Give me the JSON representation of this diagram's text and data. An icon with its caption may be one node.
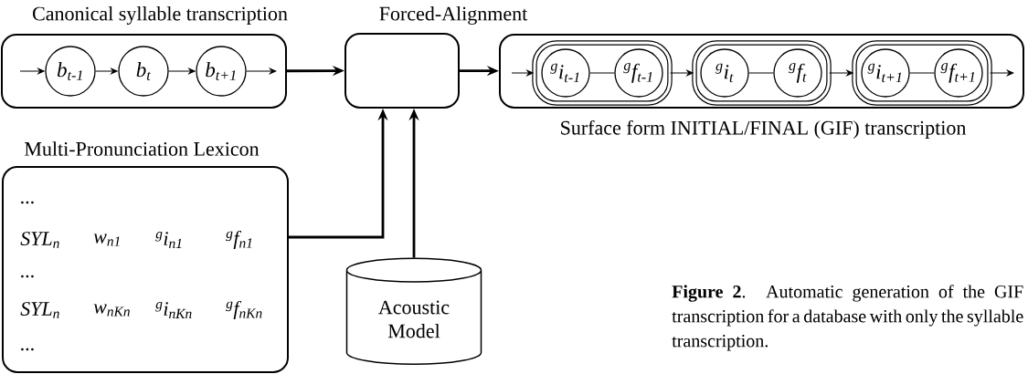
{
  "diagram": {
    "caption": "**Figure 2**. Automatic generation of the GIF transcription for a database with only the syllable transcription.",
    "nodes": [
      {
        "text": [
          "Canonical syllable transcription"
        ]
      },
      {
        "text": [
          "b$_{t-1}$"
        ],
        "in": 0
      },
      {
        "text": [
          "b$_{t}$"
        ],
        "in": 0
      },
      {
        "text": [
          "b$_{t+1}$"
        ],
        "in": 0
      },
      {
        "text": [
          "Forced-Alignment"
        ]
      },
      {
        "text": [
          "Surface form INITIAL/FINAL (GIF) transcription"
        ]
      },
      {
        "text": [],
        "shape": "box",
        "in": 5
      },
      {
        "text": [
          "$^{g}$i$_{t-1}$"
        ],
        "in": 6
      },
      {
        "text": [
          "$^{g}$f$_{t-1}$"
        ],
        "in": 6
      },
      {
        "text": [],
        "shape": "box",
        "in": 5
      },
      {
        "text": [
          "$^{g}$i$_{t}$"
        ],
        "in": 9
      },
      {
        "text": [
          "$^{g}$f$_{t}$"
        ],
        "in": 9
      },
      {
        "text": [],
        "shape": "box",
        "in": 5
      },
      {
        "text": [
          "$^{g}$i$_{t+1}$"
        ],
        "in": 12
      },
      {
        "text": [
          "$^{g}$f$_{t+1}$"
        ],
        "in": 12
      },
      {
        "text": [
          "Multi-Pronunciation Lexicon",
          "...",
          "SYL$_{n}$",
          "w$_{n1}$",
          "$^{g}$i$_{n1}$",
          "$^{g}$f$_{n1}$",
          "...",
          "SYL$_{n}$",
          "w$_{nKn}$",
          "$^{g}$i$_{nKn}$",
          "$^{g}$f$_{nKn}$",
          "..."
        ]
      },
      {
        "text": [
          "Acoustic Model"
        ]
      }
    ],
    "edges": [
      {
        "from": null,
        "to": 1,
        "arrow": "to"
      },
      {
        "from": 1,
        "to": 2,
        "arrow": "to"
      },
      {
        "from": 2,
        "to": 3,
        "arrow": "to"
      },
      {
        "from": 3,
        "to": null,
        "arrow": "to"
      },
      {
        "from": 0,
        "to": 4,
        "arrow": "to",
        "style": "thick"
      },
      {
        "from": 15,
        "to": 4,
        "arrow": "to",
        "style": "thick"
      },
      {
        "from": 16,
        "to": 4,
        "arrow": "to",
        "style": "thick"
      },
      {
        "from": 4,
        "to": 5,
        "arrow": "to",
        "style": "thick"
      },
      {
        "from": null,
        "to": 6,
        "arrow": "to"
      },
      {
        "from": 7,
        "to": 8,
        "arrow": "none"
      },
      {
        "from": 6,
        "to": 9,
        "arrow": "to"
      },
      {
        "from": 10,
        "to": 11,
        "arrow": "none"
      },
      {
        "from": 9,
        "to": 12,
        "arrow": "to"
      },
      {
        "from": 13,
        "to": 14,
        "arrow": "none"
      },
      {
        "from": 12,
        "to": null,
        "arrow": "to"
      }
    ]
  }
}
